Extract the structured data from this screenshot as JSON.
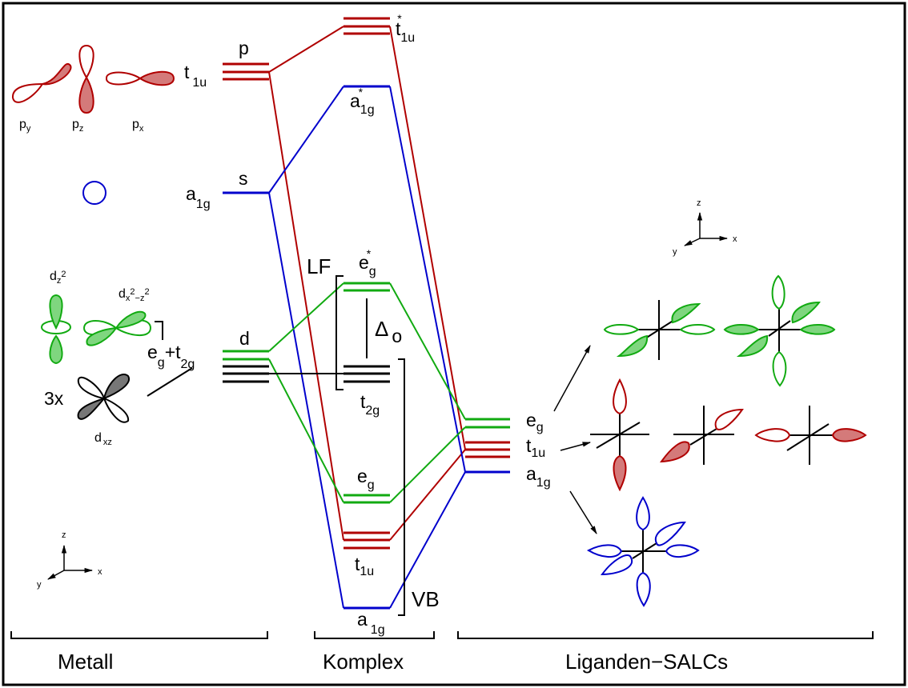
{
  "colors": {
    "p_red": "#b00000",
    "p_fill": "#d47a7a",
    "s_blue": "#0000cc",
    "d_green": "#11aa11",
    "d_fill": "#7fd67f",
    "black": "#000000",
    "grey_fill": "#777777"
  },
  "sections": {
    "metal": "Metall",
    "complex": "Komplex",
    "ligand": "Liganden−SALCs"
  },
  "metal": {
    "p_level": {
      "symbol": "p",
      "term": "t",
      "term_sub": "1u"
    },
    "s_level": {
      "symbol": "s",
      "term": "a",
      "term_sub": "1g"
    },
    "d_level": {
      "symbol": "d",
      "term1": "e",
      "term1_sub": "g",
      "plus": "+t",
      "term2_sub": "2g"
    },
    "orbitals": {
      "py": {
        "base": "p",
        "sub": "y"
      },
      "pz": {
        "base": "p",
        "sub": "z"
      },
      "px": {
        "base": "p",
        "sub": "x"
      },
      "dz2": {
        "base": "d",
        "sub": "z",
        "sup": "2"
      },
      "dx2z2": {
        "base": "d",
        "sub": "x",
        "sup1": "2",
        "dash": "−z",
        "sup2": "2"
      },
      "dxz": {
        "base": "d",
        "sub": "xz"
      },
      "multiplier": "3x"
    },
    "axes": {
      "x": "x",
      "y": "y",
      "z": "z"
    }
  },
  "complex": {
    "t1u_star": {
      "base": "t",
      "sub": "1u",
      "sup": "*"
    },
    "a1g_star": {
      "base": "a",
      "sub": "1g",
      "sup": "*"
    },
    "eg_star": {
      "base": "e",
      "sub": "g",
      "sup": "*"
    },
    "t2g": {
      "base": "t",
      "sub": "2g"
    },
    "eg": {
      "base": "e",
      "sub": "g"
    },
    "t1u": {
      "base": "t",
      "sub": "1u"
    },
    "a1g": {
      "base": "a",
      "sub": "1g"
    },
    "lf_label": "LF",
    "delta": {
      "base": "Δ",
      "sub": "o"
    },
    "vb_label": "VB"
  },
  "ligand": {
    "eg": {
      "base": "e",
      "sub": "g"
    },
    "t1u": {
      "base": "t",
      "sub": "1u"
    },
    "a1g": {
      "base": "a",
      "sub": "1g"
    },
    "axes": {
      "x": "x",
      "y": "y",
      "z": "z"
    }
  }
}
